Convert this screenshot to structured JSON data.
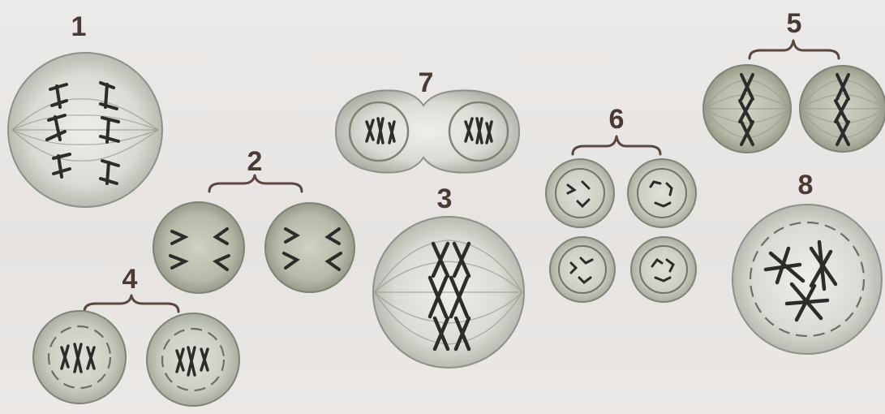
{
  "stages": [
    {
      "id": "1",
      "label": "1"
    },
    {
      "id": "2",
      "label": "2"
    },
    {
      "id": "3",
      "label": "3"
    },
    {
      "id": "4",
      "label": "4"
    },
    {
      "id": "5",
      "label": "5"
    },
    {
      "id": "6",
      "label": "6"
    },
    {
      "id": "7",
      "label": "7"
    },
    {
      "id": "8",
      "label": "8"
    }
  ],
  "colors": {
    "background": "#e9e6e4",
    "cell_fill": "#c9ccc0",
    "cell_edge": "#8e9187",
    "chromosome": "#2f2b2a",
    "label": "#4a3a34"
  }
}
